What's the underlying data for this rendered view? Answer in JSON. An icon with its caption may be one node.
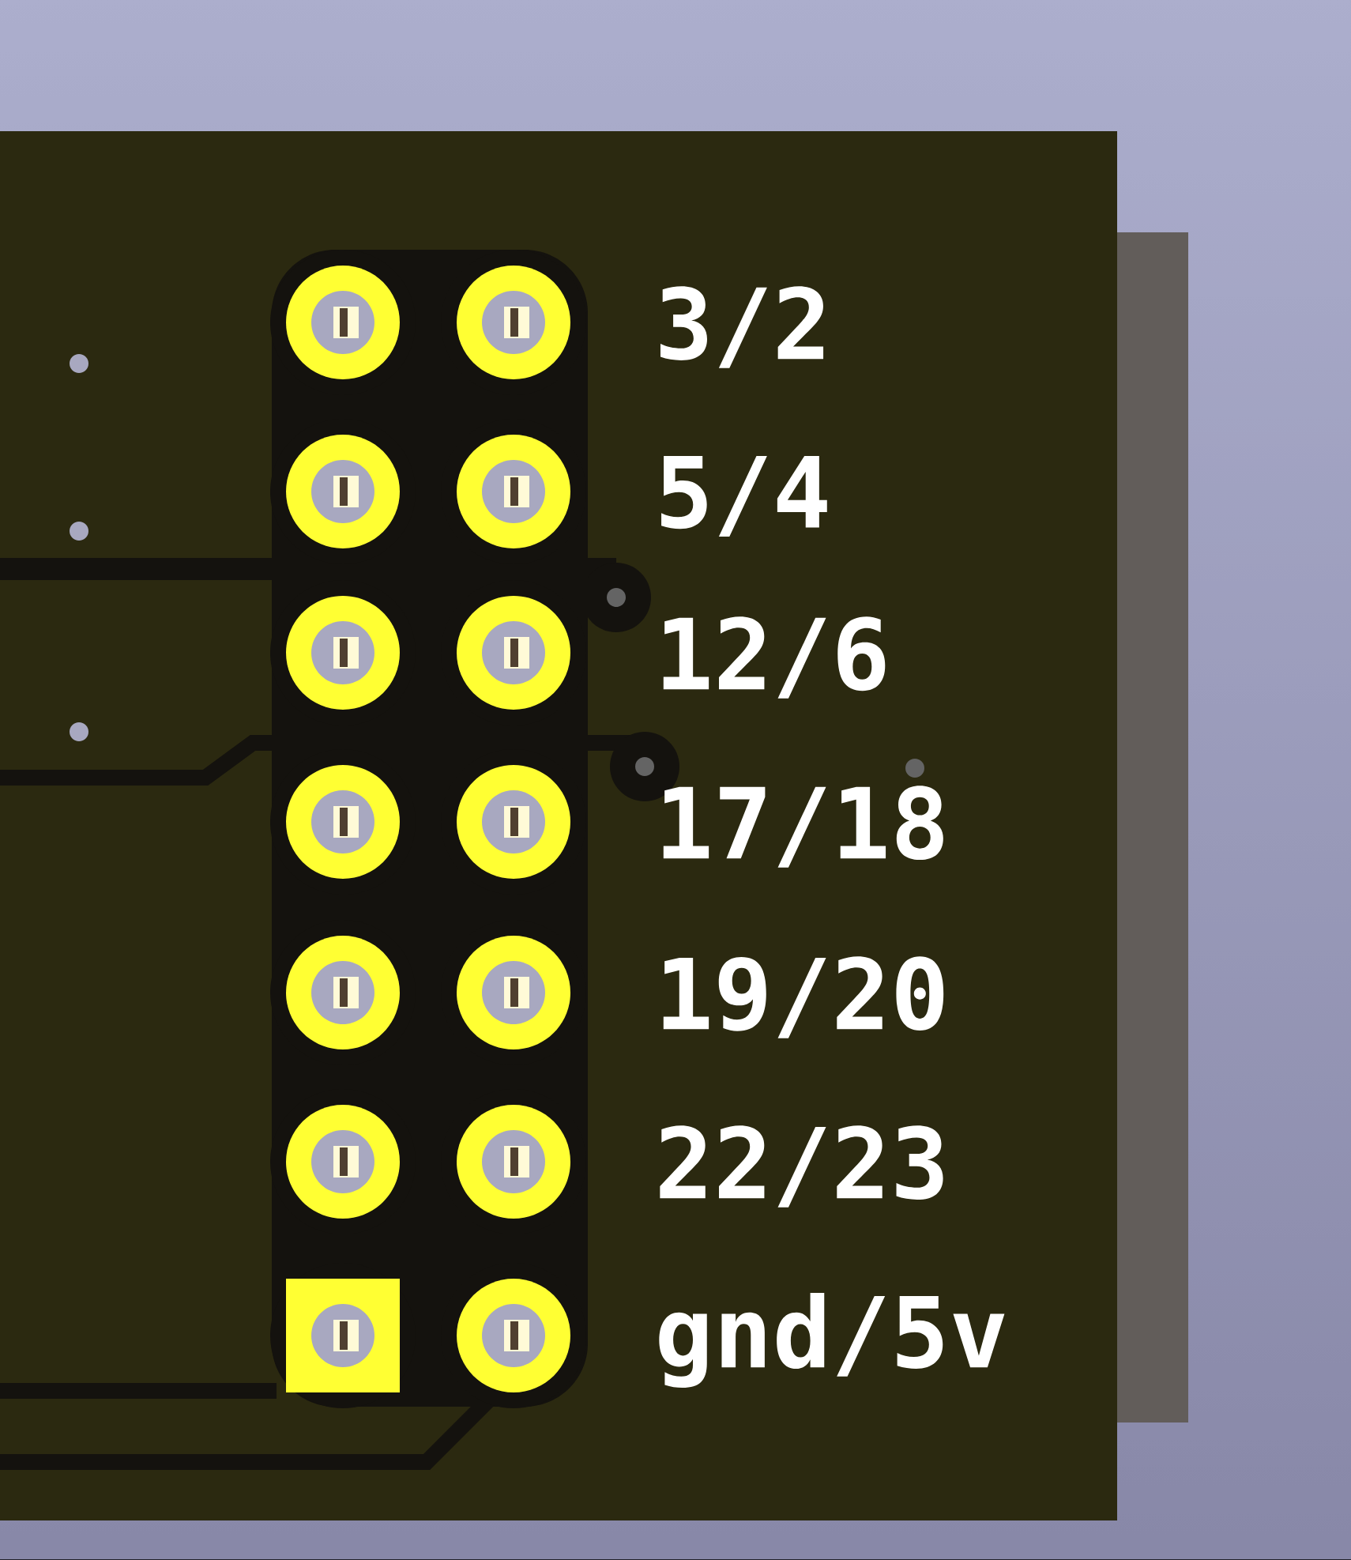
{
  "diagram": {
    "labels": [
      "3/2",
      "5/4",
      "12/6",
      "17/18",
      "19/20",
      "22/23",
      "gnd/5v"
    ]
  }
}
